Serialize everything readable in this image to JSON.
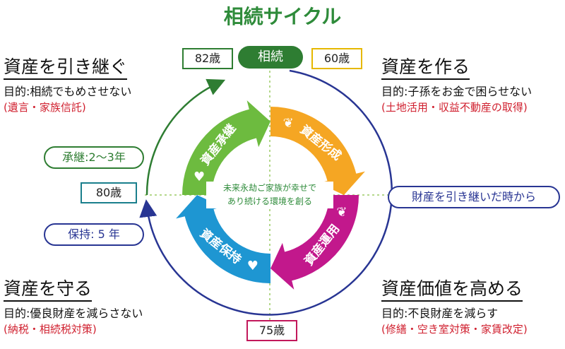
{
  "title": "相続サイクル",
  "center_pill": {
    "label": "相続",
    "color": "#2e7d32"
  },
  "age_boxes": [
    {
      "label": "82歳",
      "color": "#2e7d32"
    },
    {
      "label": "60歳",
      "color": "#e6b800"
    },
    {
      "label": "80歳",
      "color": "#1a7f8c"
    },
    {
      "label": "75歳",
      "color": "#c2185b"
    }
  ],
  "quadrants": [
    {
      "heading": "資産を引き継ぐ",
      "purpose": "目的:相続でもめさせない",
      "note": "(遺言・家族信託)"
    },
    {
      "heading": "資産を作る",
      "purpose": "目的:子孫をお金で困らせない",
      "note": "(土地活用・収益不動産の取得)"
    },
    {
      "heading": "資産を守る",
      "purpose": "目的:優良財産を減らさない",
      "note": "(納税・相続税対策)"
    },
    {
      "heading": "資産価値を高める",
      "purpose": "目的:不良財産を減らす",
      "note": "(修繕・空き室対策・家賃改定)"
    }
  ],
  "pills": [
    {
      "label": "承継:2〜3年",
      "color": "#2e7d32"
    },
    {
      "label": "保持: 5 年",
      "color": "#283593"
    },
    {
      "label": "財産を引き継いだ時から",
      "color": "#283593"
    }
  ],
  "cycle": {
    "segments": [
      {
        "label": "資産承継",
        "color": "#6dbb3f",
        "icon": "heart-hand-icon"
      },
      {
        "label": "資産形成",
        "color": "#f5a623",
        "icon": "sprout-coins-icon"
      },
      {
        "label": "資産運用",
        "color": "#c2188c",
        "icon": "sprout-coins-icon"
      },
      {
        "label": "資産保持",
        "color": "#1e96d2",
        "icon": "heart-hands-icon"
      }
    ],
    "center_lines": [
      "未来永劫ご家族が幸せで",
      "あり続ける環境を創る"
    ]
  },
  "colors": {
    "green": "#2e7d32",
    "navy": "#283593",
    "red": "#d0202f"
  }
}
